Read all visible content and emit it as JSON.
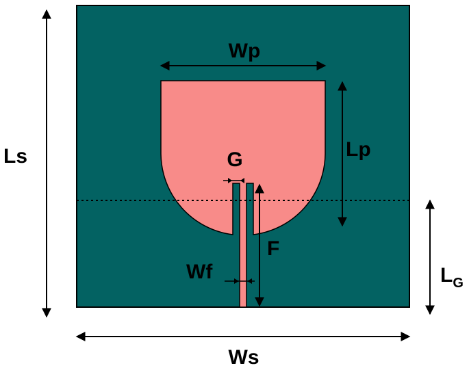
{
  "labels": {
    "wp": "Wp",
    "lp": "Lp",
    "ls": "Ls",
    "ws": "Ws",
    "g": "G",
    "f": "F",
    "wf": "Wf",
    "lg_main": "L",
    "lg_sub": "G"
  },
  "colors": {
    "substrate": "#036262",
    "patch": "#f88b89",
    "stroke": "#000000"
  }
}
